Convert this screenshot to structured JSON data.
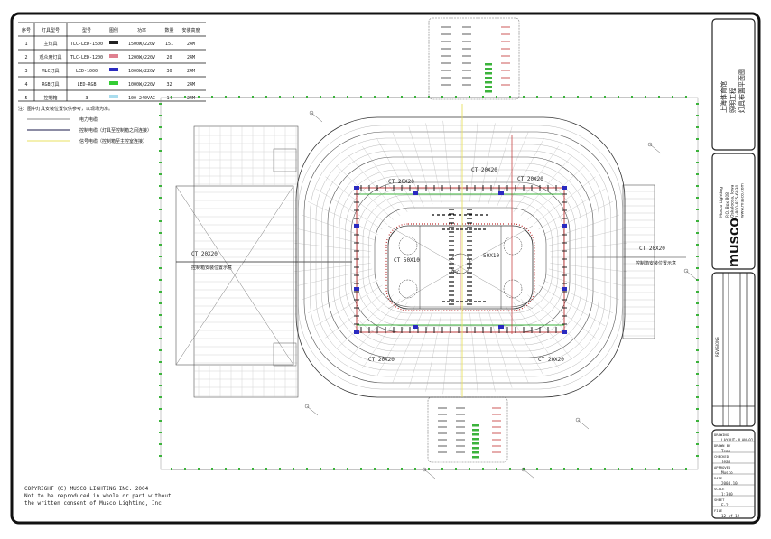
{
  "legend_table": {
    "headers": [
      "序号",
      "灯具型号",
      "型号",
      "图例",
      "功率",
      "数量",
      "安装高度"
    ],
    "rows": [
      {
        "no": "1",
        "name": "主灯具",
        "model": "TLC-LED-1500",
        "color": "#222222",
        "power": "1500W/220V",
        "qty": "151",
        "height": "24M"
      },
      {
        "no": "2",
        "name": "观众席灯具",
        "model": "TLC-LED-1200",
        "color": "#e08090",
        "power": "1200W/220V",
        "qty": "20",
        "height": "24M"
      },
      {
        "no": "3",
        "name": "MLC灯具",
        "model": "LED-1000",
        "color": "#2a2ac0",
        "power": "1000W/220V",
        "qty": "30",
        "height": "24M"
      },
      {
        "no": "4",
        "name": "RGB灯具",
        "model": "LED-RGB",
        "color": "#33cc33",
        "power": "1000W/220V",
        "qty": "32",
        "height": "24M"
      },
      {
        "no": "5",
        "name": "控制箱",
        "model": "3",
        "color": "#aaddee",
        "power": "100-240VAC",
        "qty": "14",
        "height": "24M"
      }
    ],
    "note": "注：图中灯具安装位置仅供参考，以现场为准。"
  },
  "line_legend": [
    {
      "label": "电力电缆",
      "color": "#888888"
    },
    {
      "label": "控制电缆（灯具至控制箱之间连接）",
      "color": "#1a1a4a"
    },
    {
      "label": "信号电缆（控制箱至主控室连接）",
      "color": "#e8e060"
    }
  ],
  "plan_labels": {
    "ct_top_left": "CT 20X20",
    "ct_top_center": "CT 20X20",
    "ct_top_right": "CT 20X20",
    "ct_bottom_left": "CT 20X20",
    "ct_bottom_right": "CT 20X20",
    "rink_left": "CT 50X10",
    "rink_right": "50X10",
    "center": "中心",
    "left_building": "CT 20X20",
    "left_building_sub": "控制箱安装位置示意",
    "right_building": "CT 20X20",
    "right_building_sub": "控制箱安装位置示意"
  },
  "copyright": [
    "COPYRIGHT (C) MUSCO LIGHTING INC. 2004",
    "Not to be reproduced in whole or part without",
    "the written consent of Musco Lighting, Inc."
  ],
  "title_block": {
    "project": [
      "上海体育馆",
      "照明工程",
      "灯具布置平面图"
    ],
    "company": [
      "Musco Lighting",
      "P.O. Box 808",
      "Oskaloosa, Iowa",
      "1-800-825-6030",
      "www.musco.com"
    ],
    "logo": "musco",
    "revisions_label": "REVISIONS",
    "fields": [
      {
        "label": "DRAWING",
        "value": "LAYOUT-PLAN-01"
      },
      {
        "label": "DRAWN BY",
        "value": "Team"
      },
      {
        "label": "CHECKED",
        "value": "Team"
      },
      {
        "label": "APPROVED",
        "value": "Musco"
      },
      {
        "label": "DATE",
        "value": "2004.10"
      },
      {
        "label": "SCALE",
        "value": "1:300"
      },
      {
        "label": "SHEET",
        "value": "E-2"
      },
      {
        "label": "FILE",
        "value": "12 of 12"
      }
    ]
  }
}
